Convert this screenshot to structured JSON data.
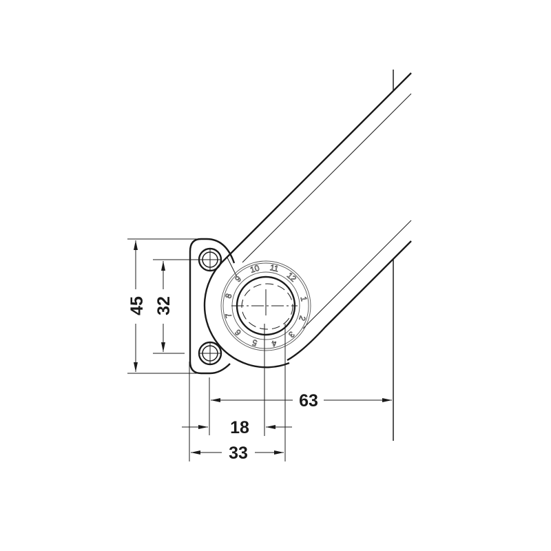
{
  "drawing": {
    "dimensions": {
      "height_outer": "45",
      "hole_spacing": "32",
      "axis_to_wall": "63",
      "dial_diameter": "18",
      "plate_to_axis": "33"
    },
    "dial_numbers": [
      "1",
      "2",
      "3",
      "4",
      "5",
      "6",
      "7",
      "8",
      "9",
      "10",
      "11",
      "12"
    ],
    "line_color": "#1a1a1a"
  }
}
